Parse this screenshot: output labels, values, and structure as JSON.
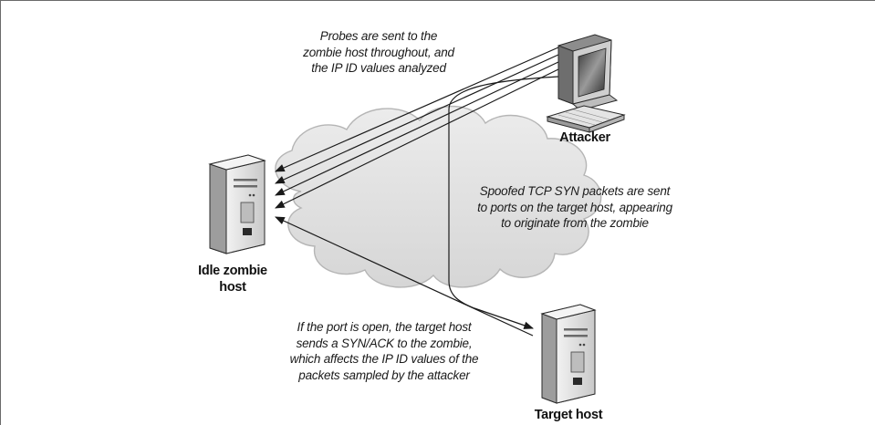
{
  "nodes": {
    "attacker": {
      "label": "Attacker"
    },
    "zombie": {
      "label_lines": [
        "Idle zombie",
        "host"
      ]
    },
    "target": {
      "label": "Target host"
    }
  },
  "captions": {
    "probes": [
      "Probes are sent to the",
      "zombie host throughout, and",
      "the IP ID values analyzed"
    ],
    "spoofed": [
      "Spoofed TCP SYN packets are sent",
      "to ports on the target host, appearing",
      "to originate from the zombie"
    ],
    "synack": [
      "If the port is open, the target host",
      "sends a SYN/ACK to the zombie,",
      "which affects the IP ID values of the",
      "packets sampled by the attacker"
    ]
  },
  "colors": {
    "cloud_fill": "#e2e2e2",
    "cloud_stroke": "#b9b9b9",
    "arrow": "#1a1a1a",
    "server_body": "#d9d9d9",
    "server_dark": "#8a8a8a"
  },
  "icons": {
    "attacker": "desktop-computer-icon",
    "zombie": "server-tower-icon",
    "target": "server-tower-icon"
  }
}
